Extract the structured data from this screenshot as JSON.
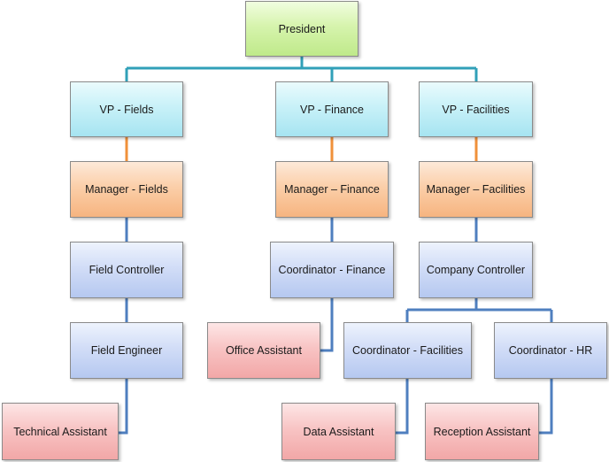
{
  "nodes": {
    "president": "President",
    "vp_fields": "VP - Fields",
    "vp_finance": "VP - Finance",
    "vp_facilities": "VP - Facilities",
    "manager_fields": "Manager - Fields",
    "manager_finance": "Manager – Finance",
    "manager_facilities": "Manager – Facilities",
    "field_controller": "Field Controller",
    "coordinator_finance": "Coordinator - Finance",
    "company_controller": "Company Controller",
    "field_engineer": "Field Engineer",
    "office_assistant": "Office Assistant",
    "coordinator_facilities": "Coordinator - Facilities",
    "coordinator_hr": "Coordinator - HR",
    "technical_assistant": "Technical Assistant",
    "data_assistant": "Data Assistant",
    "reception_assistant": "Reception Assistant"
  },
  "colors": {
    "connector_teal": "#31a0b8",
    "connector_orange": "#f0913a",
    "connector_blue": "#4f7fbf"
  }
}
